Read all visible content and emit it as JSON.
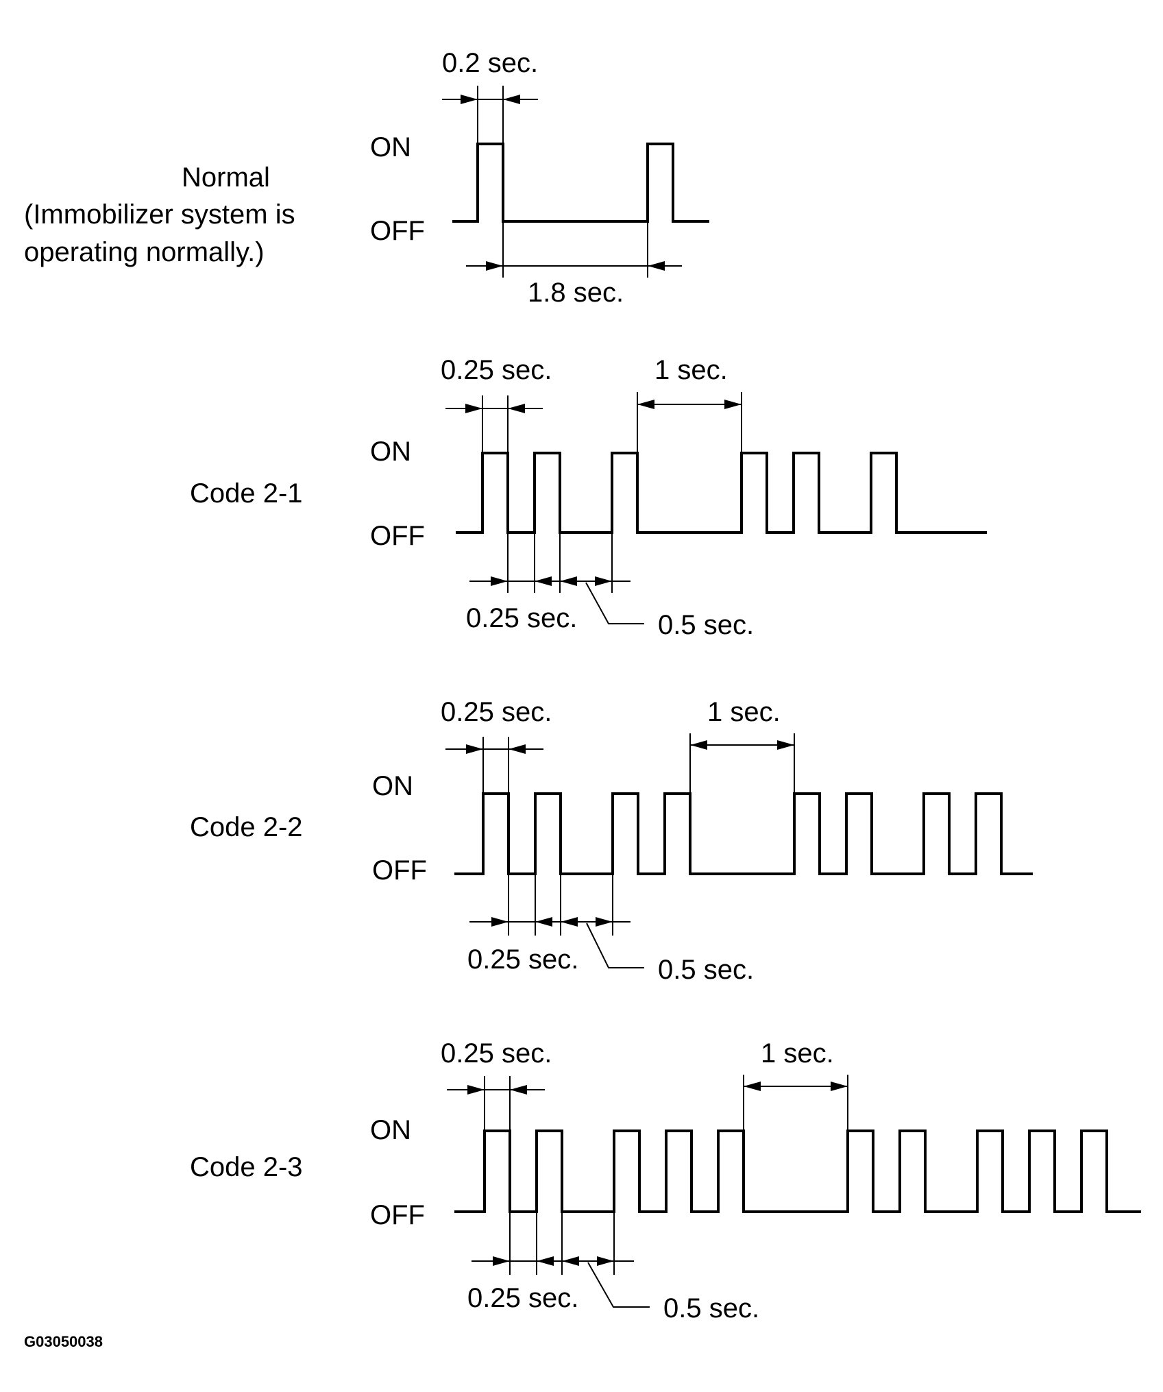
{
  "figure_id": "G03050038",
  "level_labels": {
    "on": "ON",
    "off": "OFF"
  },
  "normal": {
    "title": "Normal",
    "note_line1": "(Immobilizer system is",
    "note_line2": "operating normally.)",
    "on_duration": "0.2 sec.",
    "off_duration": "1.8 sec."
  },
  "codes": [
    {
      "label": "Code  2-1",
      "pulse_width": "0.25 sec.",
      "gap": "1 sec.",
      "short_off": "0.25 sec.",
      "long_off": "0.5 sec.",
      "pattern": [
        2,
        1,
        2,
        1
      ]
    },
    {
      "label": "Code  2-2",
      "pulse_width": "0.25 sec.",
      "gap": "1 sec.",
      "short_off": "0.25 sec.",
      "long_off": "0.5 sec.",
      "pattern": [
        2,
        2,
        2,
        2
      ]
    },
    {
      "label": "Code  2-3",
      "pulse_width": "0.25 sec.",
      "gap": "1 sec.",
      "short_off": "0.25 sec.",
      "long_off": "0.5 sec.",
      "pattern": [
        2,
        3,
        2,
        3
      ]
    }
  ]
}
